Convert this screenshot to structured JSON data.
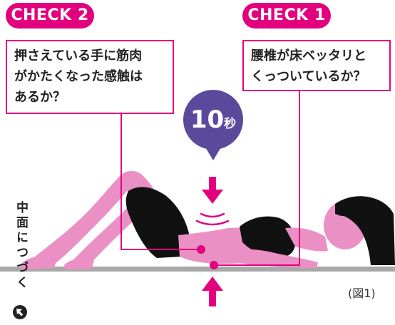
{
  "check2": {
    "label": "CHECK 2",
    "text": "押さえている手に筋肉\nがかたくなった感触は\nあるか？"
  },
  "check1": {
    "label": "CHECK 1",
    "text": "腰椎が床ベッタリと\nくっついているか？"
  },
  "timer": {
    "number": "10",
    "unit": "秒"
  },
  "side_note": "中面につづく",
  "figure_label": "(図1)",
  "colors": {
    "accent": "#e3007f",
    "timer": "#5b4a9c",
    "skin": "#ea90c4",
    "clothing": "#111111",
    "floor": "#a8a8a8"
  },
  "icons": [
    "arrow-down-icon",
    "arrow-up-icon",
    "wave-icon",
    "dot-marker-icon",
    "arrow-upleft-icon"
  ]
}
